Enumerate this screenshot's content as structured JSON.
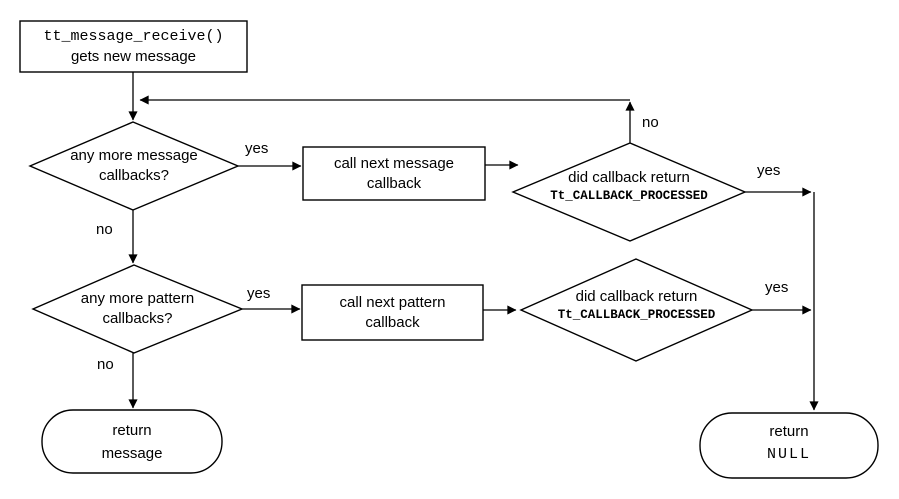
{
  "flowchart": {
    "start": {
      "line1": "tt_message_receive()",
      "line2": "gets new message"
    },
    "decision_message": {
      "line1": "any more message",
      "line2": "callbacks?"
    },
    "process_message": {
      "line1": "call next message",
      "line2": "callback"
    },
    "decision_processed_msg": {
      "line1": "did callback return",
      "line2": "Tt_CALLBACK_PROCESSED"
    },
    "decision_pattern": {
      "line1": "any more pattern",
      "line2": "callbacks?"
    },
    "process_pattern": {
      "line1": "call next pattern",
      "line2": "callback"
    },
    "decision_processed_pat": {
      "line1": "did callback return",
      "line2": "Tt_CALLBACK_PROCESSED"
    },
    "terminal_message": {
      "line1": "return",
      "line2": "message"
    },
    "terminal_null": {
      "line1": "return",
      "line2": "NULL"
    },
    "labels": {
      "message_yes": "yes",
      "message_no": "no",
      "processed_msg_no": "no",
      "processed_msg_yes": "yes",
      "pattern_yes": "yes",
      "pattern_no": "no",
      "processed_pat_yes": "yes"
    },
    "colors": {
      "line": "#000000",
      "background": "#ffffff",
      "text": "#000000"
    }
  }
}
